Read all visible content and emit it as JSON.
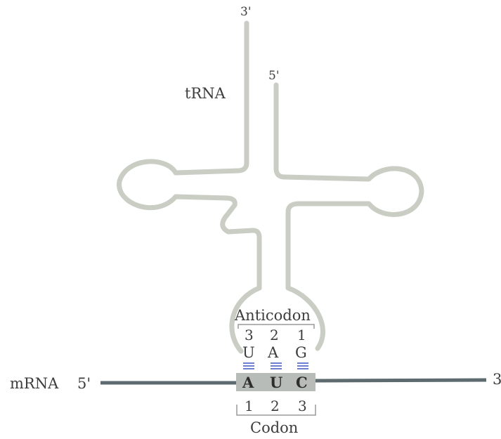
{
  "trna": {
    "label": "tRNA",
    "end_3": "3'",
    "end_5": "5'"
  },
  "anticodon": {
    "label": "Anticodon",
    "positions": [
      "3",
      "2",
      "1"
    ],
    "bases": [
      "U",
      "A",
      "G"
    ]
  },
  "mrna": {
    "label": "mRNA",
    "end_5": "5'",
    "end_3": "3"
  },
  "codon": {
    "label": "Codon",
    "bases": [
      "A",
      "U",
      "C"
    ],
    "positions": [
      "1",
      "2",
      "3"
    ]
  },
  "colors": {
    "trna_stroke": "#c9cdc4",
    "mrna_line": "#5d6b70",
    "codon_box": "#b8bcb8",
    "hbond": "#6f7fd0",
    "bracket": "#9a9a9a",
    "text": "#3d3d3d"
  }
}
